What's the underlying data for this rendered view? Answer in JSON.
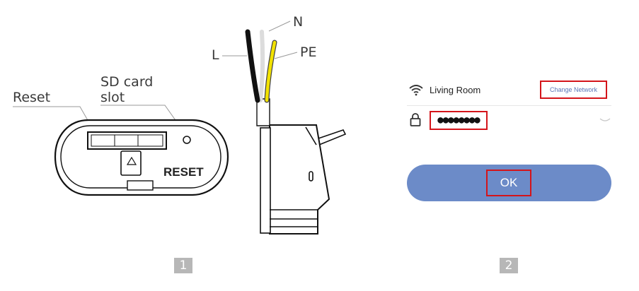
{
  "figure1": {
    "labels": {
      "reset": "Reset",
      "sd_line1": "SD card",
      "sd_line2": "slot",
      "reset_print": "RESET",
      "wire_n": "N",
      "wire_l": "L",
      "wire_pe": "PE"
    },
    "badge": "1"
  },
  "figure2": {
    "network_name": "Living Room",
    "change_network": "Change Network",
    "password_mask": "●●●●●●●●",
    "ok_label": "OK",
    "badge": "2"
  },
  "colors": {
    "highlight": "#d4141a",
    "button": "#6c8bc8",
    "link": "#5b76b8",
    "pe_wire": "#f2e200",
    "badge": "#b7b7b7"
  }
}
